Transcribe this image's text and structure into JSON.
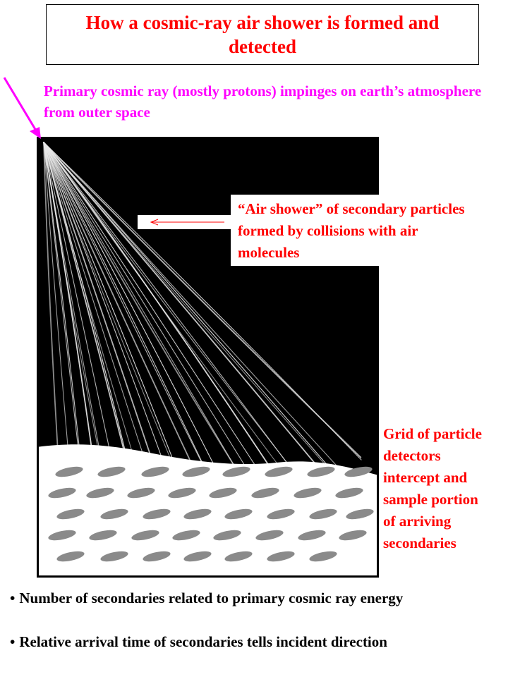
{
  "title": "How a cosmic-ray air shower is formed and detected",
  "primary_label": "Primary cosmic ray (mostly protons) impinges on earth’s atmosphere from outer space",
  "shower_label": "“Air shower” of secondary particles formed by collisions with air molecules",
  "grid_label": "Grid of particle\ndetectors\nintercept and\nsample portion\nof arriving\nsecondaries",
  "bullets": [
    "Number of secondaries related to primary cosmic ray energy",
    "Relative arrival time of secondaries tells incident direction"
  ],
  "colors": {
    "title": "#ff0000",
    "primary_arrow": "#ff00ff",
    "labels": "#ff0000",
    "sky": "#000000",
    "tracks": "#e8e8e8"
  }
}
